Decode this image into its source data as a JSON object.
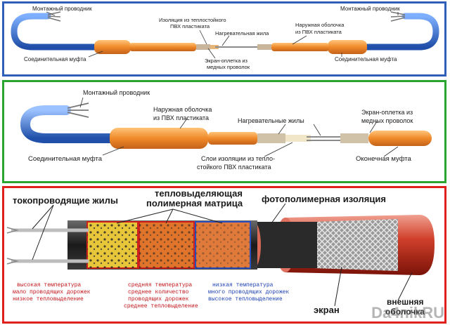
{
  "panel1": {
    "labels": {
      "mount_left": "Монтажный проводник",
      "mount_right": "Монтажный проводник",
      "insulation_1": "Изоляция из теплостойкого",
      "insulation_2": "ПВХ пластиката",
      "heating_core": "Нагревательная жила",
      "outer_1": "Наружная оболочка",
      "outer_2": "из ПВХ пластиката",
      "coupling_left": "Соединительная муфта",
      "coupling_right": "Соединительная муфта",
      "screen_1": "Экран-оплетка из",
      "screen_2": "медных проволок"
    }
  },
  "panel2": {
    "labels": {
      "mount": "Монтажный проводник",
      "outer_1": "Наружная оболочка",
      "outer_2": "из ПВХ пластиката",
      "heating_cores": "Нагревательные жилы",
      "screen_1": "Экран-оплетка из",
      "screen_2": "медных проволок",
      "coupling": "Соединительная муфта",
      "insul_1": "Слои изоляции из тепло-",
      "insul_2": "стойкого ПВХ пластиката",
      "end_coupling": "Оконечная муфта"
    }
  },
  "panel3": {
    "labels": {
      "conductors": "токопроводящие жилы",
      "matrix_1": "тепловыделяющая",
      "matrix_2": "полимерная матрица",
      "photopolymer": "фотополимерная изоляция",
      "screen": "экран",
      "outer_1": "внешняя",
      "outer_2": "оболочка"
    },
    "zones": [
      {
        "lines": [
          "высокая температура",
          "мало проводящих дорожек",
          "низкое тепловыделение"
        ],
        "color": "#c0141a"
      },
      {
        "lines": [
          "средняя температура",
          "среднее количество",
          "проводящих дорожек",
          "среднее тепловыделение"
        ],
        "color": "#c0141a"
      },
      {
        "lines": [
          "низкая температура",
          "много проводящих дорожек",
          "высокое тепловыделение"
        ],
        "color": "#1a3fb0"
      }
    ]
  },
  "watermark": "Da4nikRU",
  "colors": {
    "panel1_border": "#2f5fb8",
    "panel2_border": "#2aa52f",
    "panel3_border": "#e0201c",
    "cable_orange": "#f08a2a",
    "wire_blue": "#3a78d0"
  }
}
